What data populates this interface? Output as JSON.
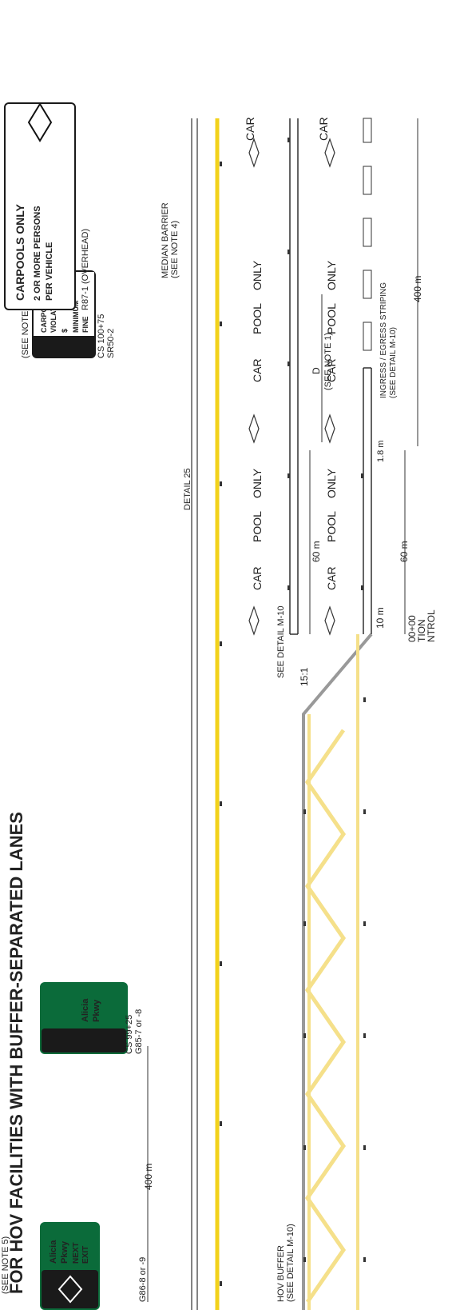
{
  "title": "FOR HOV FACILITIES WITH BUFFER-SEPARATED LANES",
  "notes": {
    "see_note_5": "(SEE NOTE 5)",
    "see_note_3": "(SEE NOTE 3)",
    "see_note_1": "(SEE NOTE 1)",
    "see_note_4": "(SEE NOTE 4)"
  },
  "labels": {
    "median_barrier": "MEDIAN BARRIER",
    "detail_25": "DETAIL 25",
    "see_detail_m10": "SEE DETAIL M-10",
    "hov_buffer": "HOV BUFFER",
    "hov_buffer_detail": "(SEE DETAIL M-10)",
    "ingress_egress": "INGRESS / EGRESS STRIPING",
    "ingress_egress_detail": "(SEE DETAIL M-10)",
    "taper": "15:1",
    "station": "00+00",
    "station_sub1": "TION",
    "station_sub2": "NTROL",
    "r87_label": "R87-1 (OVERHEAD)"
  },
  "dimensions": {
    "d400_a": "400 m",
    "d400_b": "400 m",
    "d60_a": "60 m",
    "d60_b": "60 m",
    "d10": "10 m",
    "d1_8": "1.8 m",
    "D": "D"
  },
  "pavement": {
    "car": "CAR",
    "pool": "POOL",
    "only": "ONLY"
  },
  "signs": {
    "g86": {
      "code": "G86-8 or -9",
      "line1": "Alicia",
      "line2": "Pkwy",
      "line3": "NEXT",
      "line4": "EXIT"
    },
    "g85": {
      "code": "G85-7 or -8",
      "station": "CS 99+25",
      "line1": "Alicia",
      "line2": "Pkwy"
    },
    "sr50": {
      "code": "SR50-2",
      "station": "CS 100+75",
      "line1": "CARPOOL",
      "line2": "VIOLATION",
      "line3": "$",
      "line4": "MINIMUM",
      "line5": "FINE"
    },
    "r87": {
      "line1": "CARPOOLS ONLY",
      "line2": "2 OR MORE PERSONS",
      "line3": "PER VEHICLE"
    }
  },
  "colors": {
    "yellow_line": "#f2d21b",
    "chevron": "#f5e08a",
    "guide_green": "#0b6b3a",
    "black": "#1a1a1a",
    "gray_taper": "#999999"
  }
}
